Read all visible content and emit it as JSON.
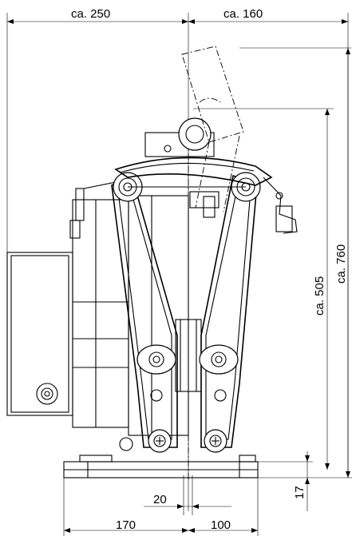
{
  "dimensions": {
    "top_left": "ca. 250",
    "top_right": "ca. 160",
    "height_inner": "ca. 505",
    "height_total": "ca. 760",
    "base_height": "17",
    "gap": "20",
    "bottom_left": "170",
    "bottom_right": "100"
  },
  "colors": {
    "line": "#000000",
    "background": "#ffffff"
  }
}
